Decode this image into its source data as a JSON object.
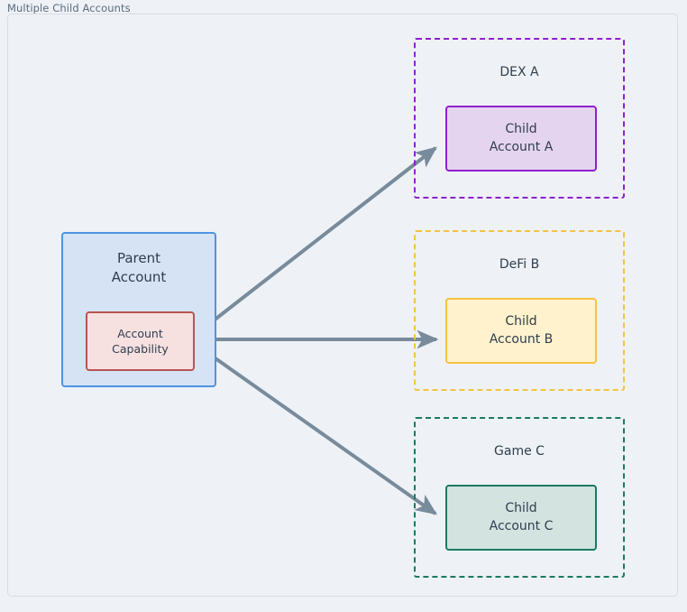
{
  "diagram": {
    "title": "Multiple Child Accounts",
    "background_color": "#eef1f5",
    "frame_border_color": "#d6dee6",
    "text_color": "#2f3e4f",
    "title_color": "#5b6b7d"
  },
  "parent": {
    "label": "Parent\nAccount",
    "fill_color": "#d5e3f5",
    "border_color": "#4d94e3",
    "capability": {
      "label": "Account\nCapability",
      "fill_color": "#f6e1e0",
      "border_color": "#b85450"
    }
  },
  "groups": [
    {
      "id": "dex-a",
      "title": "DEX A",
      "border_color": "#9020d0",
      "child": {
        "label": "Child\nAccount A",
        "fill_color": "#e5d4f0",
        "border_color": "#9020d0"
      }
    },
    {
      "id": "defi-b",
      "title": "DeFi B",
      "border_color": "#f5c242",
      "child": {
        "label": "Child\nAccount B",
        "fill_color": "#fff2cc",
        "border_color": "#f5c242"
      }
    },
    {
      "id": "game-c",
      "title": "Game C",
      "border_color": "#1a7a65",
      "child": {
        "label": "Child\nAccount C",
        "fill_color": "#d3e3e0",
        "border_color": "#1a7a65"
      }
    }
  ],
  "connectors": {
    "color": "#788b9c",
    "stroke_width": 4,
    "edges": [
      {
        "from": "account-capability",
        "to": "child-account-a"
      },
      {
        "from": "account-capability",
        "to": "child-account-b"
      },
      {
        "from": "account-capability",
        "to": "child-account-c"
      }
    ]
  }
}
